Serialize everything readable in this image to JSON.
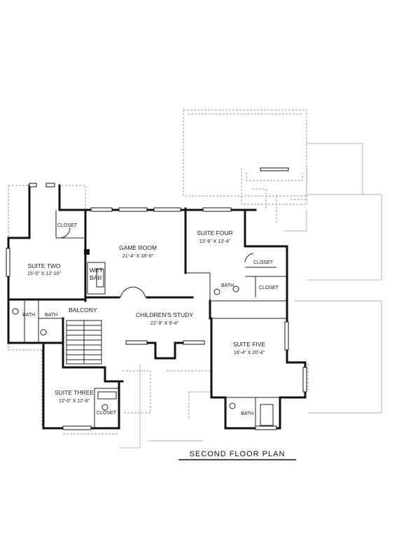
{
  "plan_title": "SECOND FLOOR PLAN",
  "rooms": {
    "suite_two": {
      "name": "SUITE TWO",
      "dims": "15'-0\" X 12'-10\""
    },
    "game_room": {
      "name": "GAME ROOM",
      "dims": "21'-4\" X 18'-0\""
    },
    "suite_four": {
      "name": "SUITE FOUR",
      "dims": "12'-6\" X 13'-4\""
    },
    "childrens_study": {
      "name": "CHILDREN'S STUDY",
      "dims": "22'-9\" X 9'-4\""
    },
    "suite_five": {
      "name": "SUITE FIVE",
      "dims": "16'-4\" X 20'-4\""
    },
    "suite_three": {
      "name": "SUITE THREE",
      "dims": "12'-0\" X 12'-8\""
    }
  },
  "labels": {
    "closet_suite_two": "CLOSET",
    "closet_suite_four": "CLOSET",
    "closet_hall": "CLOSET",
    "closet_suite_three": "CLOSET",
    "wet": "WET",
    "bar": "BAR",
    "balcony": "BALCONY",
    "bath_left_1": "BATH",
    "bath_left_2": "BATH",
    "bath_four": "BATH",
    "bath_five": "BATH"
  }
}
